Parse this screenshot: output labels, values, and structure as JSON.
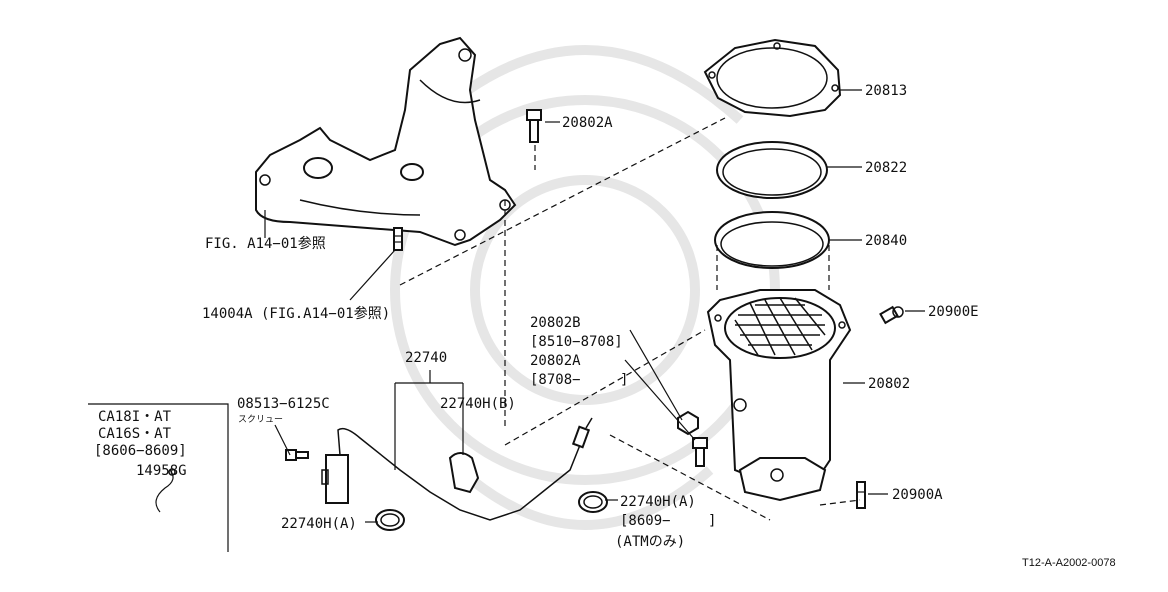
{
  "labels": {
    "l20813": "20813",
    "l20802A_top": "20802A",
    "l20822": "20822",
    "l20840": "20840",
    "lfig": "FIG. A14−01参照",
    "l14004A": "14004A (FIG.A14−01参照)",
    "l20900E": "20900E",
    "l20802B": "20802B",
    "l20802B_range": "[8510−8708]",
    "l20802A_mid": "20802A",
    "l20802A_mid_range": "[8708−",
    "l20802A_mid_close": "]",
    "l20802": "20802",
    "l22740": "22740",
    "l22740HB": "22740H(B)",
    "l08513": "08513−6125C",
    "l08513_sub": "スクリュー",
    "l22740HA_left": "22740H(A)",
    "l22740HA_right": "22740H(A)",
    "l8609": "[8609−",
    "l8609_close": "]",
    "l_atm": "(ATMのみ)",
    "l20900A": "20900A",
    "box_line1": "CA18I・AT",
    "box_line2": "CA16S・AT",
    "box_line3": "[8606−8609]",
    "box_part": "14958G",
    "figure_id": "T12-A-A2002-0078"
  }
}
